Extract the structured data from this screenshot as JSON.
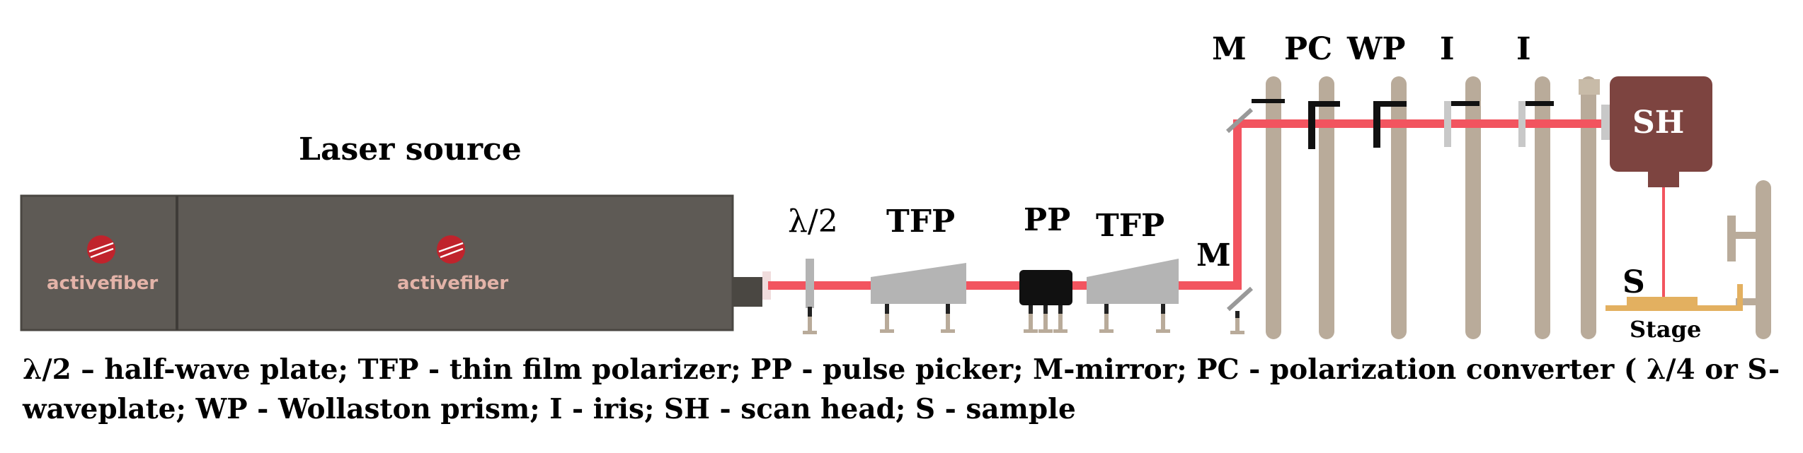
{
  "labels": {
    "laser_source": "Laser source",
    "brand_left": "activefiber",
    "brand_right": "activefiber",
    "half_wave": "λ/2",
    "tfp_1": "TFP",
    "pp": "PP",
    "tfp_2": "TFP",
    "mirror_lower": "M",
    "mirror_top": "M",
    "pc": "PC",
    "wp": "WP",
    "iris_1": "I",
    "iris_2": "I",
    "scan_head": "SH",
    "sample": "S",
    "stage": "Stage"
  },
  "legend": "λ/2 – half-wave plate; TFP - thin film polarizer; PP - pulse picker; M-mirror; PC - polarization converter ( λ/4 or S-waveplate; WP - Wollaston prism; I - iris; SH - scan head; S - sample",
  "colors": {
    "laser_beam": "#f2545f",
    "laser_housing": "#5e5a55",
    "post": "#b9ab9a",
    "scan_head": "#7d4440",
    "stage": "#e3b060",
    "optic_gray": "#b4b4b4"
  }
}
